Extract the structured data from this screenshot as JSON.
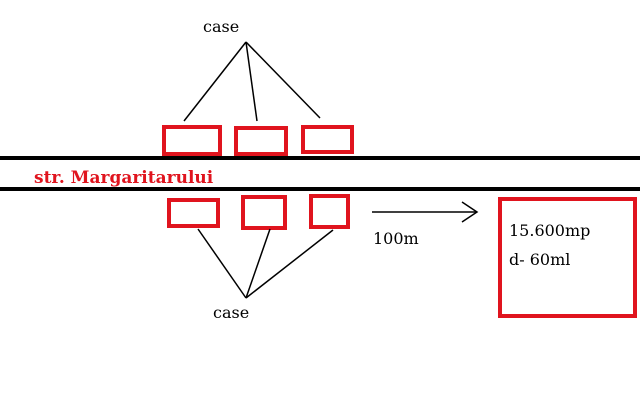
{
  "labels": {
    "houses_top": "case",
    "houses_bottom": "case",
    "street": "str. Margaritarului",
    "distance": "100m",
    "plot_area": "15.600mp",
    "plot_frontage": "d- 60ml"
  },
  "colors": {
    "red": "#e0141e",
    "black": "#000000",
    "background": "#ffffff"
  }
}
